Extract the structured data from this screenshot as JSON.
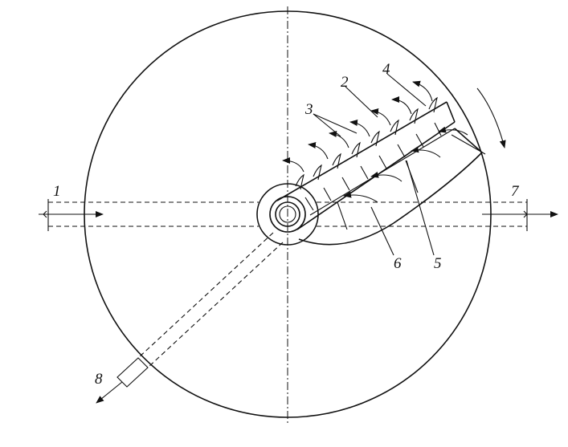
{
  "labels": {
    "n1": "1",
    "n2": "2",
    "n3": "3",
    "n4": "4",
    "n5": "5",
    "n6": "6",
    "n7": "7",
    "n8": "8"
  }
}
